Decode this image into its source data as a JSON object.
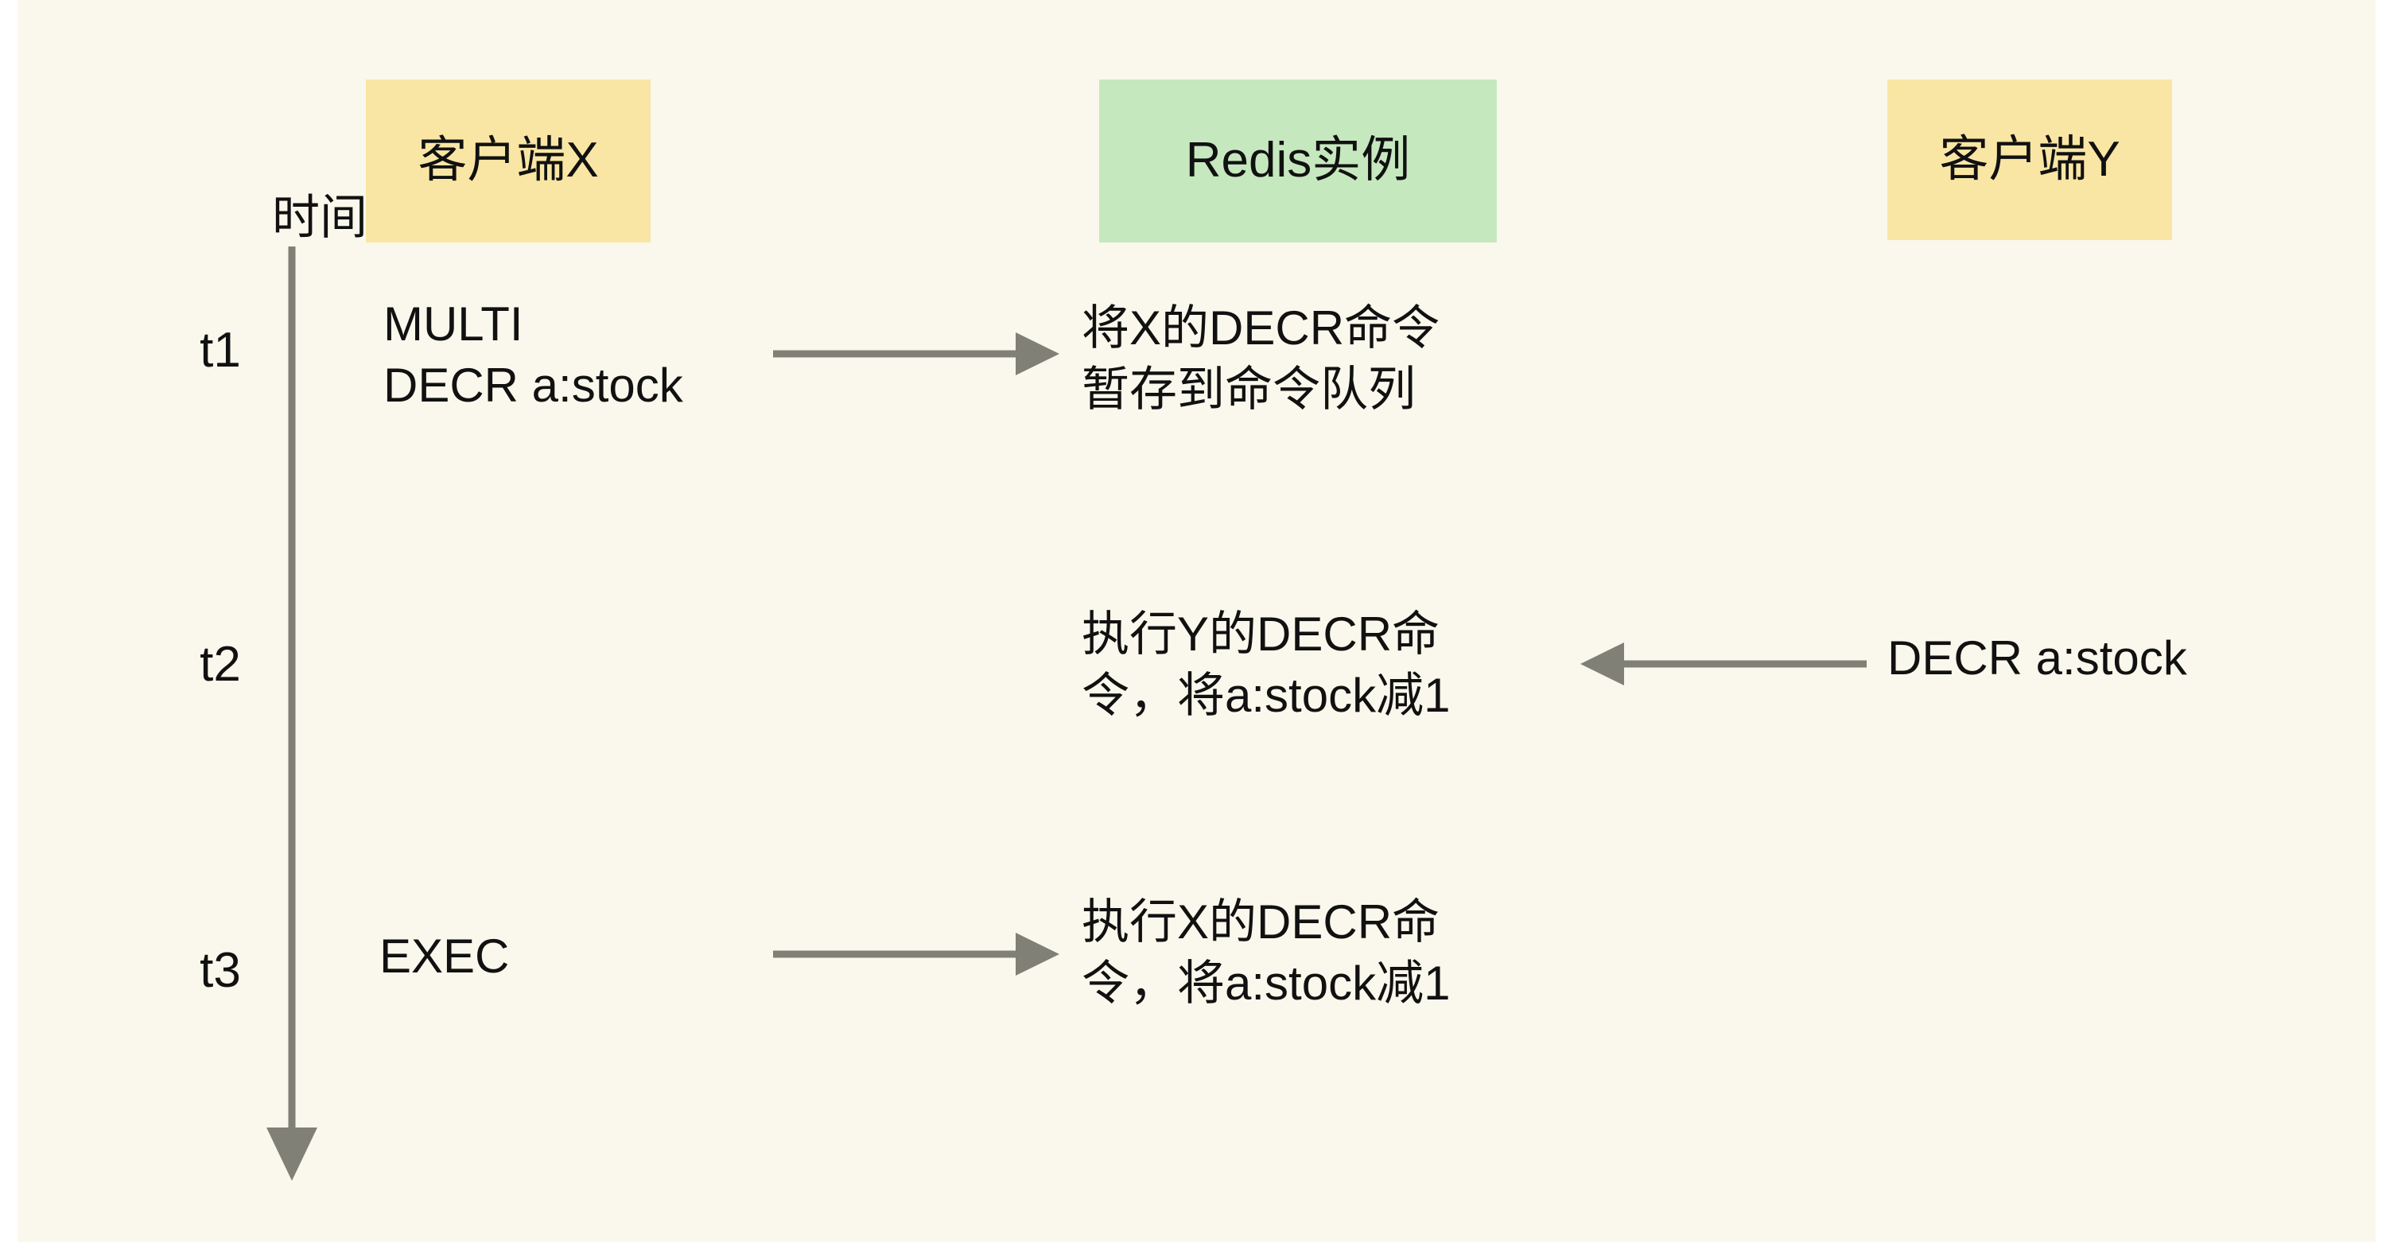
{
  "diagram": {
    "background_color": "#faf8ec",
    "arrow_color": "#808076",
    "lanes": [
      {
        "id": "client-x",
        "label": "客户端X",
        "color": "#fae6a4"
      },
      {
        "id": "redis",
        "label": "Redis实例",
        "color": "#c6e8bf"
      },
      {
        "id": "client-y",
        "label": "客户端Y",
        "color": "#fae6a4"
      }
    ],
    "time_axis": {
      "label": "时间",
      "direction": "downward",
      "ticks": [
        "t1",
        "t2",
        "t3"
      ]
    },
    "steps": [
      {
        "tick": "t1",
        "client_x_text": "MULTI\nDECR a:stock",
        "redis_text": "将X的DECR命令\n暂存到命令队列",
        "client_y_text": "",
        "arrow_direction": "right"
      },
      {
        "tick": "t2",
        "client_x_text": "",
        "redis_text": "执行Y的DECR命\n令，将a:stock减1",
        "client_y_text": "DECR a:stock",
        "arrow_direction": "left"
      },
      {
        "tick": "t3",
        "client_x_text": "EXEC",
        "redis_text": "执行X的DECR命\n令，将a:stock减1",
        "client_y_text": "",
        "arrow_direction": "right"
      }
    ]
  }
}
